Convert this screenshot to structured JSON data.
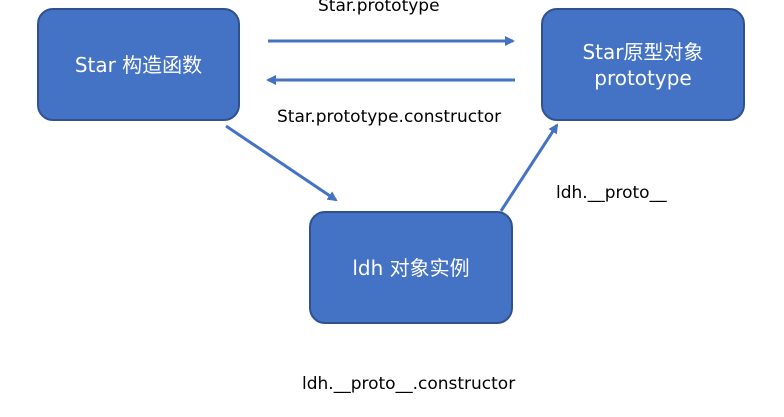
{
  "nodes": {
    "constructor": {
      "text": "Star 构造函数"
    },
    "prototype": {
      "line1": "Star原型对象",
      "line2": "prototype"
    },
    "instance": {
      "text": "ldh 对象实例"
    }
  },
  "edges": {
    "prototype_label": "Star.prototype",
    "constructor_label": "Star.prototype.constructor",
    "proto_label": "ldh.__proto__",
    "proto_constructor_label": "ldh.__proto__.constructor"
  },
  "colors": {
    "node_fill": "#4472c4",
    "node_border": "#2f528f",
    "arrow": "#4472c4",
    "label_text": "#000000"
  }
}
